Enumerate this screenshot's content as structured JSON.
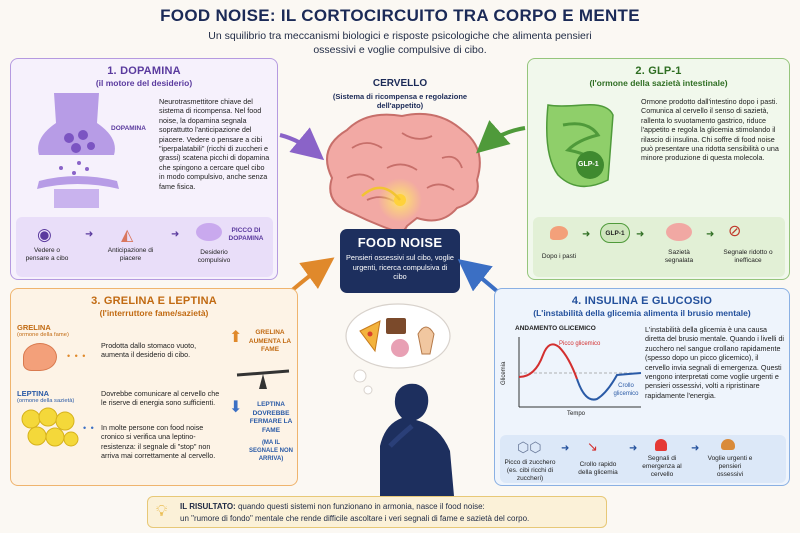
{
  "header": {
    "title": "FOOD NOISE: IL CORTOCIRCUITO TRA CORPO E MENTE",
    "subtitle": "Un squilibrio tra meccanismi biologici e risposte psicologiche che alimenta pensieri ossessivi e voglie compulsive di cibo."
  },
  "brain": {
    "title": "CERVELLO",
    "subtitle": "(Sistema di ricompensa e regolazione dell'appetito)"
  },
  "center": {
    "title": "FOOD NOISE",
    "text": "Pensieri ossessivi sul cibo, voglie urgenti, ricerca compulsiva di cibo"
  },
  "dopamina": {
    "title": "1. DOPAMINA",
    "subtitle": "(il motore del desiderio)",
    "img_label": "DOPAMINA",
    "text": "Neurotrasmettitore chiave del sistema di ricompensa. Nel food noise, la dopamina segnala soprattutto l'anticipazione del piacere. Vedere o pensare a cibi \"iperpalatabili\" (ricchi di zuccheri e grassi) scatena picchi di dopamina che spingono a cercare quel cibo in modo compulsivo, anche senza fame fisica.",
    "flow": [
      "Vedere o pensare a cibo",
      "Anticipazione di piacere",
      "Desiderio compulsivo"
    ],
    "peak_label": "PICCO DI DOPAMINA"
  },
  "glp1": {
    "title": "2. GLP-1",
    "subtitle": "(l'ormone della sazietà intestinale)",
    "img_label": "GLP-1",
    "text": "Ormone prodotto dall'intestino dopo i pasti. Comunica al cervello il senso di sazietà, rallenta lo svuotamento gastrico, riduce l'appetito e regola la glicemia stimolando il rilascio di insulina. Chi soffre di food noise può presentare una ridotta sensibilità o una minore produzione di questa molecola.",
    "flow": [
      "Dopo i pasti",
      "GLP-1",
      "Sazietà segnalata",
      "Segnale ridotto o inefficace"
    ]
  },
  "grelina": {
    "title": "3. GRELINA E LEPTINA",
    "subtitle": "(l'interruttore fame/sazietà)",
    "grelina_label": "GRELINA",
    "grelina_sub": "(ormone della fame)",
    "grelina_text": "Prodotta dallo stomaco vuoto, aumenta il desiderio di cibo.",
    "leptina_label": "LEPTINA",
    "leptina_sub": "(ormone della sazietà)",
    "leptina_text1": "Dovrebbe comunicare al cervello che le riserve di energia sono sufficienti.",
    "leptina_text2": "In molte persone con food noise cronico si verifica una leptino-resistenza: il segnale di \"stop\" non arriva mai correttamente al cervello.",
    "up_label": "GRELINA AUMENTA LA FAME",
    "down_label": "LEPTINA DOVREBBE FERMARE LA FAME",
    "down_note": "(MA IL SEGNALE NON ARRIVA)"
  },
  "insulina": {
    "title": "4. INSULINA E GLUCOSIO",
    "subtitle": "(L'instabilità della glicemia alimenta il brusio mentale)",
    "chart_title": "ANDAMENTO GLICEMICO",
    "y_label": "Glicemia",
    "x_label": "Tempo",
    "peak": "Picco glicemico",
    "crash": "Crollo glicemico",
    "text": "L'instabilità della glicemia è una causa diretta del brusio mentale. Quando i livelli di zucchero nel sangue crollano rapidamente (spesso dopo un picco glicemico), il cervello invia segnali di emergenza. Questi vengono interpretati come voglie urgenti e pensieri ossessivi, volti a ripristinare rapidamente l'energia.",
    "flow": [
      "Picco di zucchero (es. cibi ricchi di zuccheri)",
      "Crollo rapido della glicemia",
      "Segnali di emergenza al cervello",
      "Voglie urgenti e pensieri ossessivi"
    ]
  },
  "result": {
    "label": "IL RISULTATO:",
    "text1": "quando questi sistemi non funzionano in armonia, nasce il food noise:",
    "text2": "un \"rumore di fondo\" mentale che rende difficile ascoltare i veri segnali di fame e sazietà del corpo."
  },
  "colors": {
    "dopamina": "#8a63c8",
    "glp1": "#4f9a3a",
    "grelina": "#e0892b",
    "insulina": "#3b6fc4",
    "navy": "#1d2f5e"
  }
}
